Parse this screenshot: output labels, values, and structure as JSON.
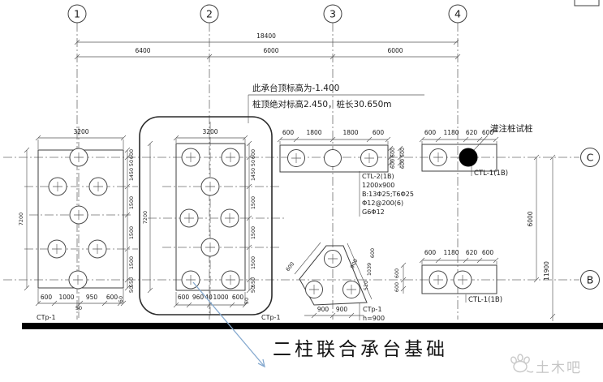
{
  "grid": {
    "columns": [
      "1",
      "2",
      "3",
      "4"
    ],
    "rows": [
      "C",
      "B"
    ]
  },
  "top_dims": {
    "total": "18400",
    "bays": [
      "6400",
      "6000",
      "6000"
    ]
  },
  "elevation_note": {
    "line1": "此承台顶标高为-1.400",
    "line2": "桩顶绝对标高2.450，桩长30.650m"
  },
  "right_dims": {
    "c_b": "6000",
    "overall": "11900"
  },
  "left_cap": {
    "top_width": "3200",
    "side_total": "7200",
    "right_stack": [
      "600",
      "50",
      "1450",
      "1500",
      "1500",
      "1500",
      "550",
      "50"
    ],
    "bottom_dims": [
      "600",
      "1000",
      "950",
      "600"
    ],
    "bottom_offset": "50",
    "bottom_center": "50",
    "label": "CTp-1"
  },
  "mid_cap": {
    "top_width": "3200",
    "side_total": "7200",
    "right_stack": [
      "600",
      "50",
      "1450",
      "1500",
      "1500",
      "1500",
      "550",
      "50"
    ],
    "bottom_dims": [
      "600",
      "960",
      "40",
      "1000",
      "600"
    ],
    "bottom_offset": "50",
    "label": "CTp-1"
  },
  "ctl2": {
    "top_dims": [
      "600",
      "1800",
      "1800",
      "600"
    ],
    "side_dims": [
      "600",
      "600",
      "600",
      "600"
    ],
    "lines": [
      "CTL-2(1B)",
      "1200x900",
      "B:13Φ25;T6Φ25",
      "Φ12@200(6)",
      "G6Φ12"
    ]
  },
  "ctl1_top": {
    "top_dims": [
      "600",
      "1180",
      "620",
      "600"
    ],
    "label": "CTL-1(1B)",
    "pile_note": "灌注桩试桩"
  },
  "ctl1_bot": {
    "top_dims": [
      "600",
      "1180",
      "620",
      "600"
    ],
    "side_dims": [
      "600",
      "600"
    ],
    "label": "CTL-1(1B)"
  },
  "ctp1": {
    "label": "CTp-1",
    "height_note": "h=900",
    "bottom_dims": [
      "900",
      "900"
    ],
    "slant_left": "600",
    "diag": "900",
    "slant_right": [
      "600",
      "1039",
      "520"
    ]
  },
  "callout": {
    "text": "二柱联合承台基础"
  },
  "watermark": {
    "brand": "土木吧"
  }
}
